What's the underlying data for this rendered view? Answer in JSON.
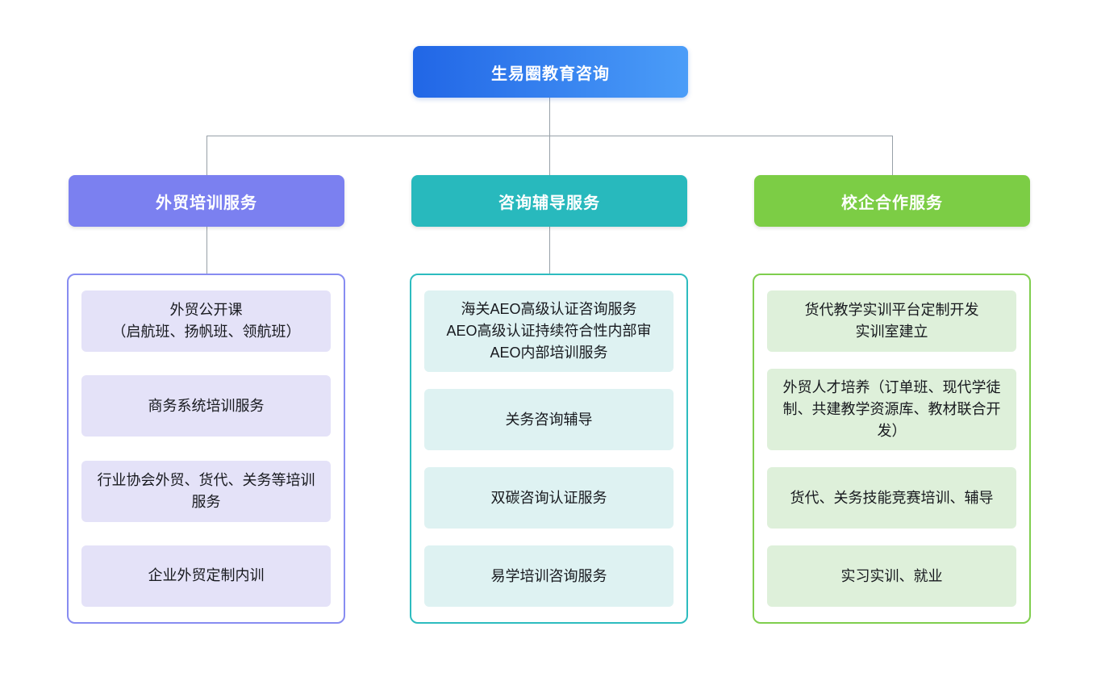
{
  "root": {
    "label": "生易圈教育咨询"
  },
  "branches": [
    {
      "label": "外贸培训服务",
      "items": [
        "外贸公开课\n（启航班、扬帆班、领航班）",
        "商务系统培训服务",
        "行业协会外贸、货代、关务等培训服务",
        "企业外贸定制内训"
      ]
    },
    {
      "label": "咨询辅导服务",
      "items": [
        "海关AEO高级认证咨询服务\nAEO高级认证持续符合性内部审\nAEO内部培训服务",
        "关务咨询辅导",
        "双碳咨询认证服务",
        "易学培训咨询服务"
      ]
    },
    {
      "label": "校企合作服务",
      "items": [
        "货代教学实训平台定制开发\n实训室建立",
        "外贸人才培养（订单班、现代学徒制、共建教学资源库、教材联合开发）",
        "货代、关务技能竞赛培训、辅导",
        "实习实训、就业"
      ]
    }
  ],
  "colors": {
    "root_gradient_start": "#2166e6",
    "root_gradient_end": "#4b9df8",
    "branch_1_header": "#7b80f0",
    "branch_2_header": "#28b9bd",
    "branch_3_header": "#7ccd45",
    "branch_1_item_bg": "#e4e2f8",
    "branch_2_item_bg": "#def2f2",
    "branch_3_item_bg": "#def0da",
    "branch_1_border": "#878cf1",
    "branch_2_border": "#2dbcbf",
    "branch_3_border": "#7fce4e",
    "connector_line": "#97a0a8",
    "background": "#ffffff"
  }
}
